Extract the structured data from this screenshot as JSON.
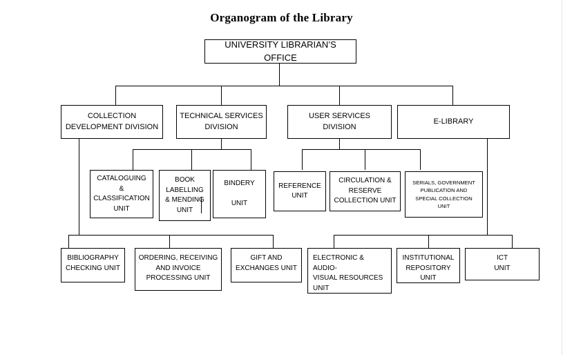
{
  "title": "Organogram of the Library",
  "root": {
    "label": "UNIVERSITY LIBRARIAN’S OFFICE"
  },
  "divisions": [
    {
      "label": "COLLECTION\nDEVELOPMENT DIVISION"
    },
    {
      "label": "TECHNICAL SERVICES\nDIVISION"
    },
    {
      "label": "USER SERVICES\nDIVISION"
    },
    {
      "label": "E-LIBRARY"
    }
  ],
  "technical_units": [
    {
      "label": "CATALOGUING\n&\nCLASSIFICATION\nUNIT"
    },
    {
      "label": "BOOK\nLABELLING\n& MENDING\nUNIT"
    },
    {
      "label": "BINDERY\n\nUNIT"
    }
  ],
  "user_service_units": [
    {
      "label": "REFERENCE\nUNIT"
    },
    {
      "label": "CIRCULATION &\nRESERVE\nCOLLECTION UNIT"
    },
    {
      "label": "SERIALS, GOVERNMENT\nPUBLICATION AND\nSPECIAL COLLECTION\nUNIT"
    }
  ],
  "collection_units": [
    {
      "label": "BIBLIOGRAPHY\nCHECKING UNIT"
    },
    {
      "label": "ORDERING, RECEIVING\nAND INVOICE\nPROCESSING UNIT"
    },
    {
      "label": "GIFT AND\nEXCHANGES UNIT"
    }
  ],
  "elibrary_units": [
    {
      "label": "ELECTRONIC & AUDIO-\nVISUAL RESOURCES\nUNIT"
    },
    {
      "label": "INSTITUTIONAL\nREPOSITORY\nUNIT"
    },
    {
      "label": "ICT\nUNIT"
    }
  ],
  "colors": {
    "line": "#000000",
    "background": "#ffffff",
    "text": "#000000",
    "page_edge": "#e3e3e3"
  }
}
